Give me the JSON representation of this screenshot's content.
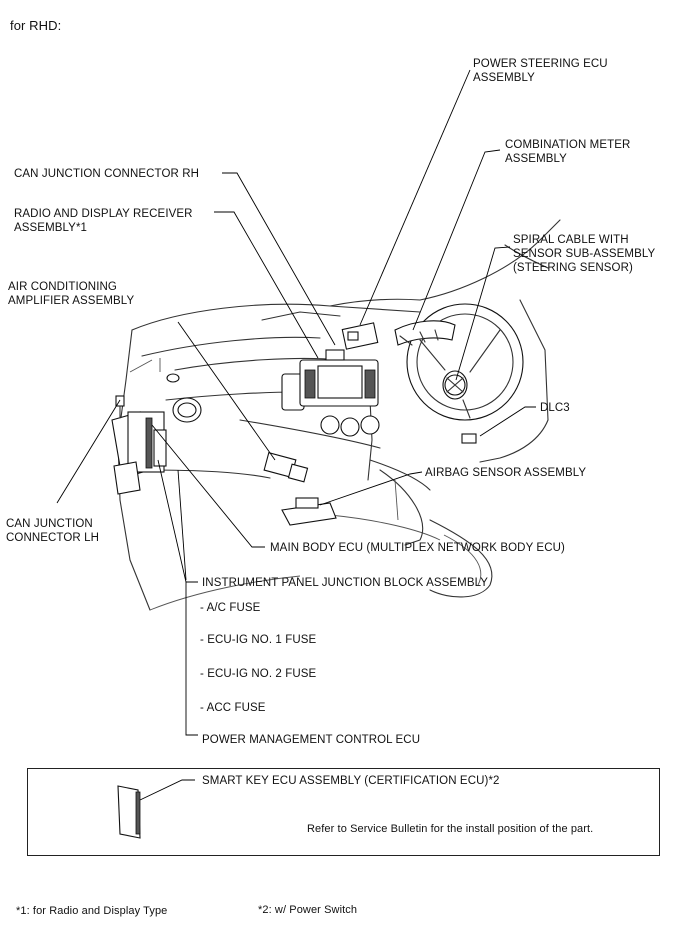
{
  "header": {
    "text": "for RHD:"
  },
  "labels": {
    "power_steering_ecu": [
      "POWER STEERING ECU",
      "ASSEMBLY"
    ],
    "combination_meter": [
      "COMBINATION METER",
      "ASSEMBLY"
    ],
    "can_junction_rh": [
      "CAN JUNCTION CONNECTOR RH"
    ],
    "radio_display_receiver": [
      "RADIO AND DISPLAY RECEIVER",
      "ASSEMBLY*1"
    ],
    "spiral_cable": [
      "SPIRAL CABLE WITH",
      "SENSOR SUB-ASSEMBLY",
      "(STEERING SENSOR)"
    ],
    "air_conditioning_amp": [
      "AIR CONDITIONING",
      "AMPLIFIER ASSEMBLY"
    ],
    "dlc3": [
      "DLC3"
    ],
    "airbag_sensor": [
      "AIRBAG SENSOR ASSEMBLY"
    ],
    "can_junction_lh": [
      "CAN JUNCTION",
      "CONNECTOR LH"
    ],
    "main_body_ecu": [
      "MAIN BODY ECU (MULTIPLEX NETWORK BODY ECU)"
    ],
    "instrument_panel_jb": [
      "INSTRUMENT PANEL JUNCTION BLOCK ASSEMBLY"
    ],
    "ac_fuse": [
      "- A/C FUSE"
    ],
    "ecu_ig1_fuse": [
      "- ECU-IG NO. 1 FUSE"
    ],
    "ecu_ig2_fuse": [
      "- ECU-IG NO. 2 FUSE"
    ],
    "acc_fuse": [
      "- ACC FUSE"
    ],
    "power_mgmt_ecu": [
      "POWER MANAGEMENT CONTROL ECU"
    ]
  },
  "note_box": {
    "smart_key_label": "SMART KEY ECU ASSEMBLY (CERTIFICATION ECU)*2",
    "service_note": "Refer to Service Bulletin for the install position of the part."
  },
  "footnotes": {
    "note1": "*1: for Radio and Display Type",
    "note2": "*2: w/ Power Switch"
  }
}
